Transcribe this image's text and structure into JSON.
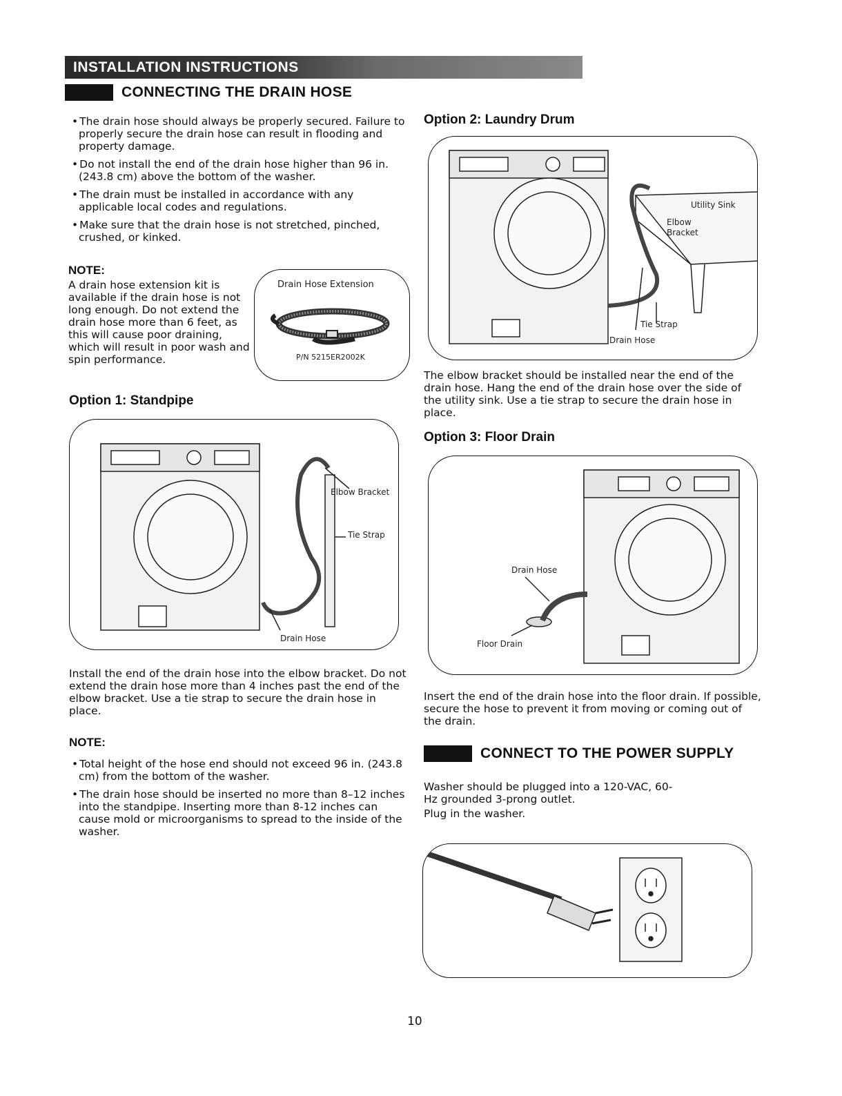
{
  "banner": "INSTALLATION INSTRUCTIONS",
  "drain_section": {
    "title": "CONNECTING THE DRAIN HOSE",
    "bullets": [
      "The drain hose should always be properly secured. Failure to properly secure the drain hose can result in flooding and property damage.",
      "Do not install the end of the drain hose higher than 96 in. (243.8 cm) above the bottom of the washer.",
      "The drain must be installed in accordance with any applicable local codes and regulations.",
      "Make sure that the drain hose is not stretched, pinched, crushed, or kinked."
    ],
    "note_label": "NOTE:",
    "note_text": "A drain hose extension kit is available if the drain hose is not long enough. Do not extend the drain hose more than 6 feet, as this will cause poor draining, which will result in poor wash and spin performance.",
    "extension_label": "Drain Hose Extension",
    "extension_pn": "P/N 5215ER2002K"
  },
  "option1": {
    "title": "Option 1: Standpipe",
    "labels": {
      "elbow": "Elbow Bracket",
      "tie": "Tie Strap",
      "hose": "Drain Hose"
    },
    "text": "Install the end of the drain hose into the elbow bracket. Do not extend the drain hose more than 4 inches past the end of the elbow bracket. Use a tie strap to secure the drain hose in place.",
    "note_label": "NOTE:",
    "notes": [
      "Total height of the hose end should not exceed 96 in. (243.8 cm) from the bottom of the washer.",
      "The drain hose should be inserted no more than 8–12 inches into the standpipe. Inserting more than 8-12 inches can cause mold or microorganisms to spread to the inside of the washer."
    ]
  },
  "option2": {
    "title": "Option 2: Laundry Drum",
    "labels": {
      "sink": "Utility Sink",
      "elbow1": "Elbow",
      "elbow2": "Bracket",
      "tie": "Tie Strap",
      "hose": "Drain Hose"
    },
    "text": "The elbow bracket should be installed near the end of the drain hose. Hang the end of the drain hose over the side of the utility sink. Use a tie strap to secure the drain hose in place."
  },
  "option3": {
    "title": "Option 3: Floor Drain",
    "labels": {
      "hose": "Drain Hose",
      "floor": "Floor Drain"
    },
    "text": "Insert the end of the drain hose into the floor drain. If possible, secure the hose to prevent it from moving or coming out of the drain."
  },
  "power_section": {
    "title": "CONNECT TO THE POWER SUPPLY",
    "text": "Washer should be plugged into a 120-VAC, 60-Hz grounded 3-prong outlet.",
    "text2": "Plug in the washer."
  },
  "page_number": "10"
}
